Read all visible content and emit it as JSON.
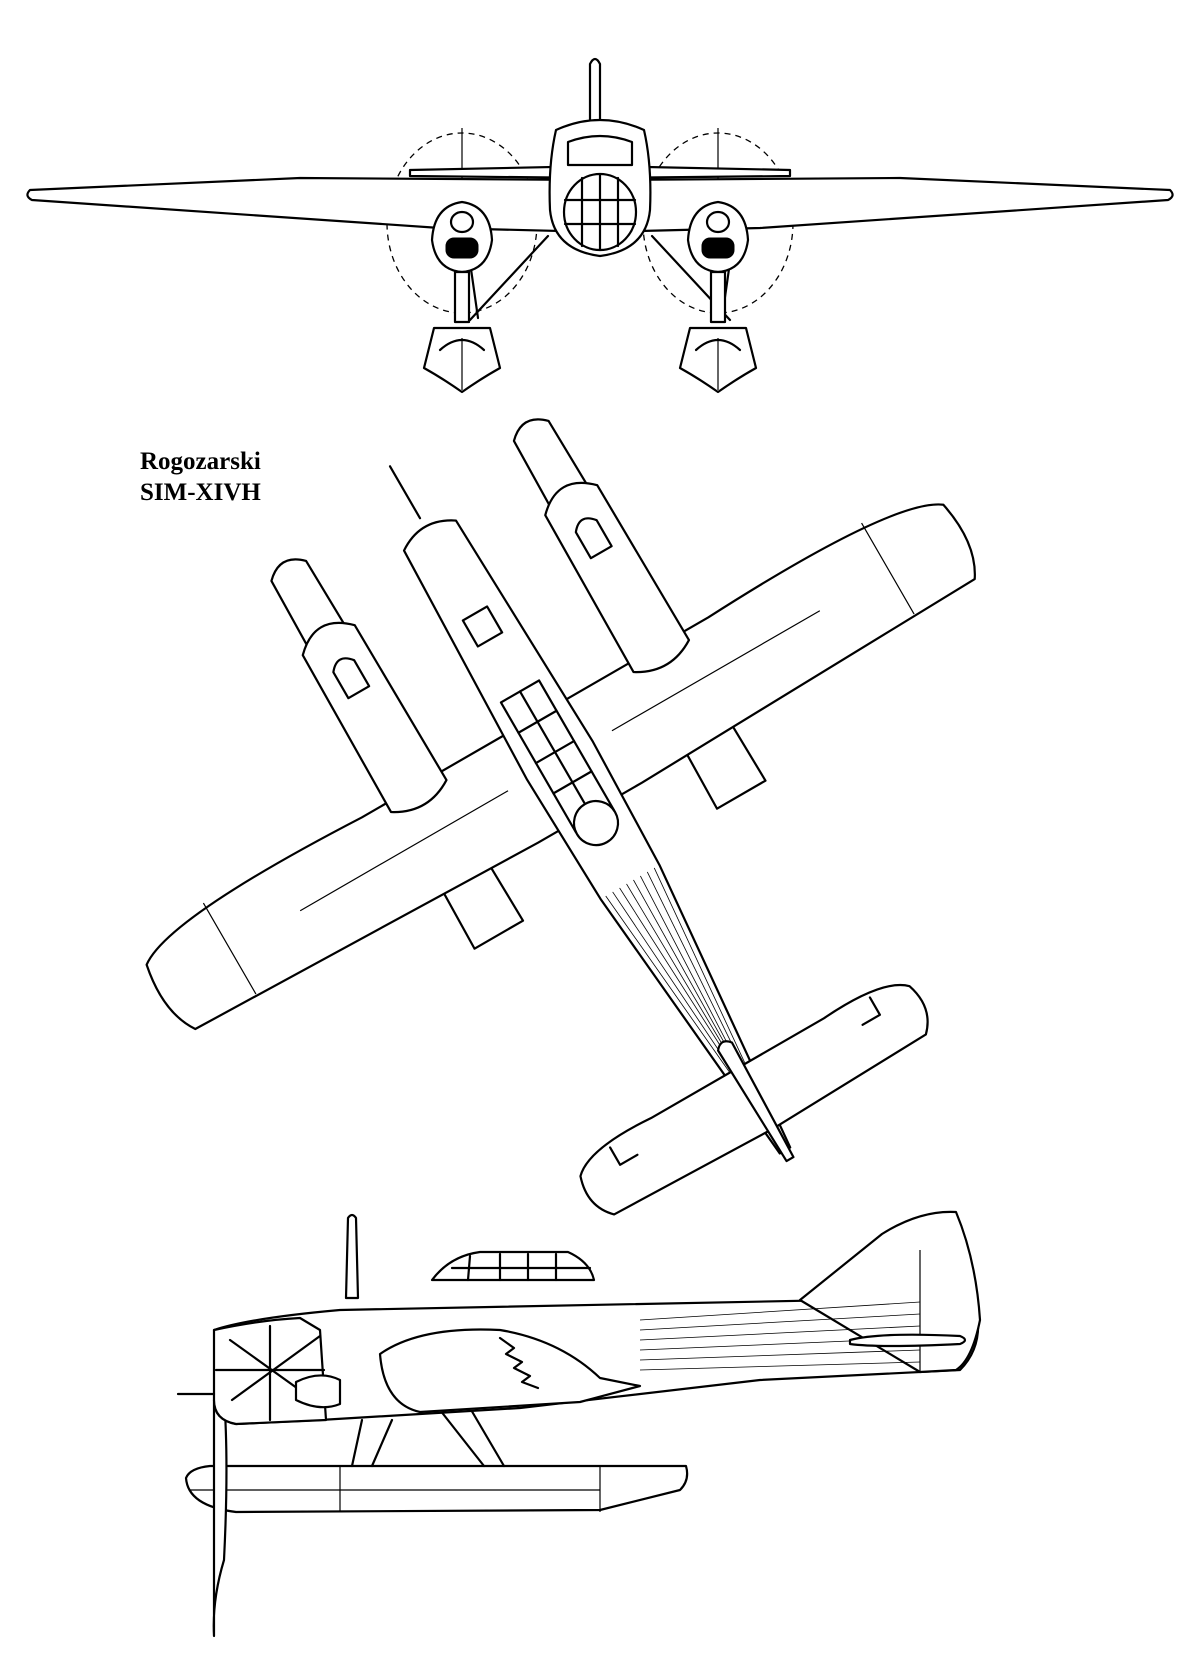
{
  "title": {
    "line1": "Rogozarski",
    "line2": "SIM-XIVH"
  },
  "views": [
    "front-view",
    "plan-view",
    "side-view"
  ]
}
